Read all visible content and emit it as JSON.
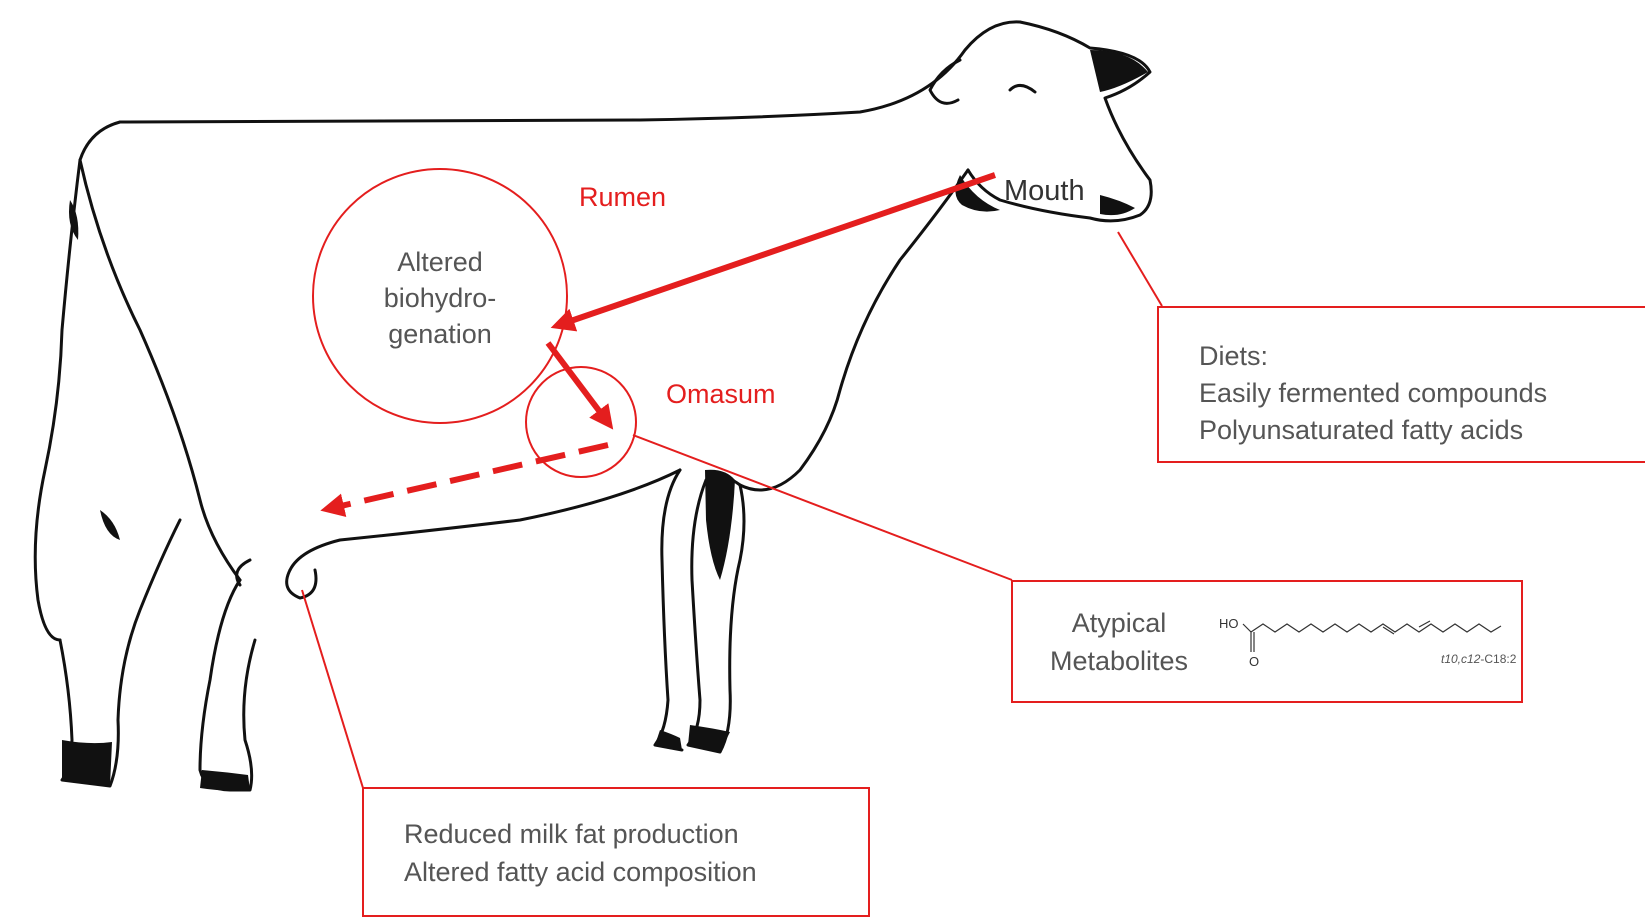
{
  "regions": {
    "rumen": "Rumen",
    "omasum": "Omasum",
    "mouth": "Mouth"
  },
  "rumen_process": [
    "Altered",
    "biohydro-",
    "genation"
  ],
  "diets_box": {
    "heading": "Diets:",
    "items": [
      "Easily fermented compounds",
      "Polyunsaturated fatty acids"
    ]
  },
  "metabolites_box": {
    "label_lines": [
      "Atypical",
      "Metabolites"
    ],
    "molecule": {
      "acid_group": "HO",
      "carbonyl": "O",
      "name_prefix": "t10,c12",
      "name_suffix": "-C18:2"
    }
  },
  "outcome_box": {
    "items": [
      "Reduced milk fat production",
      "Altered fatty acid composition"
    ]
  },
  "colors": {
    "accent_red": "#e41e1e",
    "text_gray": "#555555",
    "outline_black": "#111111"
  },
  "icons": {
    "animal": "cow-silhouette-icon",
    "molecule": "fatty-acid-structure-icon"
  }
}
